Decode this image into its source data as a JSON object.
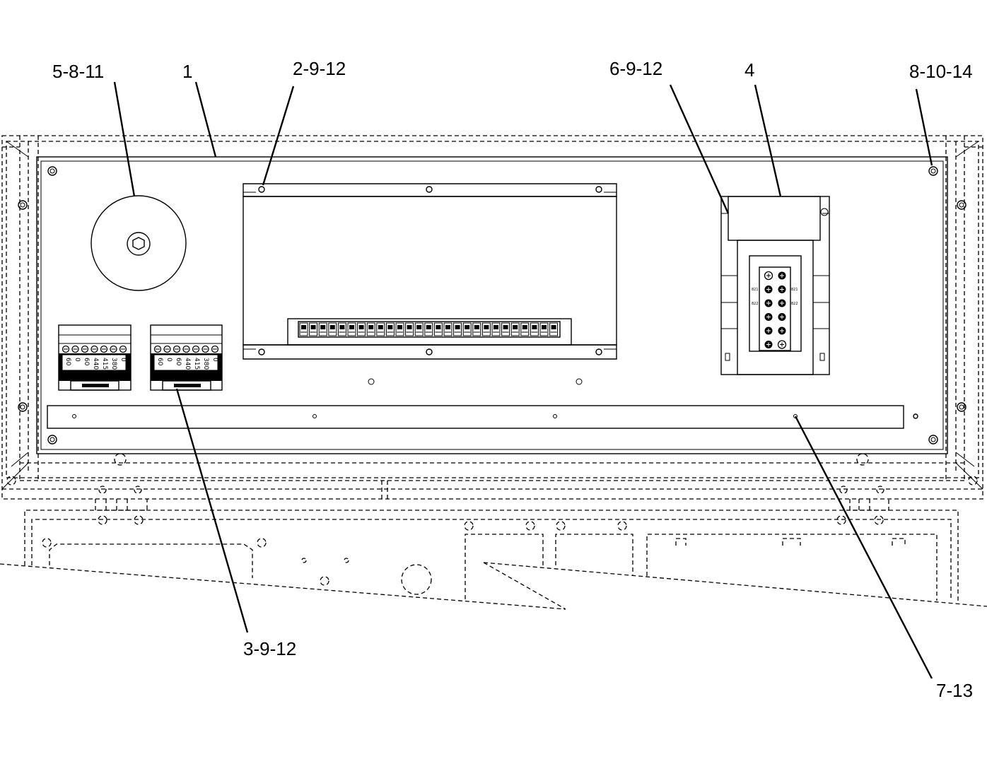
{
  "callouts": {
    "c1": "5-8-11",
    "c2": "1",
    "c3": "2-9-12",
    "c4": "6-9-12",
    "c5": "4",
    "c6": "8-10-14",
    "c7": "3-9-12",
    "c8": "7-13"
  },
  "transformer_a": {
    "taps_upper": [
      "380",
      "415",
      "440"
    ],
    "taps_lower": [
      "60",
      "0",
      "60",
      "0",
      "0"
    ]
  },
  "transformer_b": {
    "taps_upper": [
      "380",
      "415",
      "440"
    ],
    "taps_lower": [
      "60",
      "0",
      "60",
      "0",
      "0"
    ]
  },
  "terminal_block": {
    "left_labels": [
      "821",
      "822"
    ],
    "right_labels": [
      "821",
      "822"
    ]
  }
}
